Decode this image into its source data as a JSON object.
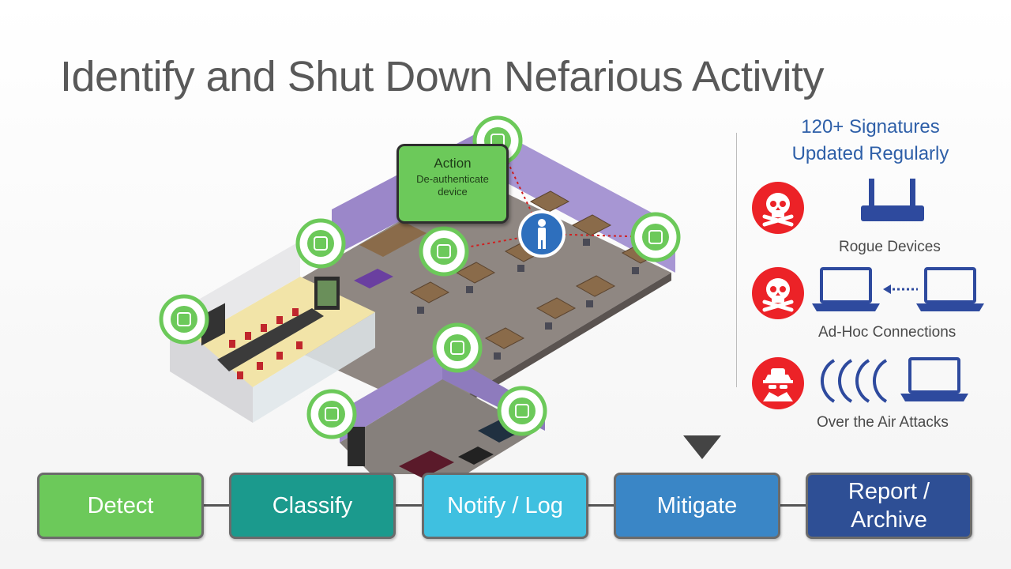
{
  "slide": {
    "title": "Identify and Shut Down Nefarious Activity"
  },
  "floorplan": {
    "action_box": {
      "title": "Action",
      "subtitle": "De-authenticate device"
    }
  },
  "signatures": {
    "title_line1": "120+ Signatures",
    "title_line2": "Updated Regularly",
    "threats": [
      {
        "label": "Rogue Devices",
        "icon": "skull-crossbones-icon",
        "graphic": "router-icon"
      },
      {
        "label": "Ad-Hoc Connections",
        "icon": "skull-crossbones-icon",
        "graphic": "laptop-to-laptop-icon"
      },
      {
        "label": "Over the Air Attacks",
        "icon": "spy-icon",
        "graphic": "wireless-waves-laptop-icon"
      }
    ],
    "colors": {
      "threat": "#ec2227",
      "device": "#2e4a9e",
      "heading": "#2e5fa8"
    }
  },
  "pipeline": {
    "stages": [
      {
        "label": "Detect",
        "color": "#6cc95a"
      },
      {
        "label": "Classify",
        "color": "#1b9a8d"
      },
      {
        "label": "Notify / Log",
        "color": "#3fc0e0"
      },
      {
        "label": "Mitigate",
        "color": "#3a86c6"
      },
      {
        "label": "Report / Archive",
        "color": "#2e4f95"
      }
    ],
    "active_stage": "Mitigate"
  },
  "colors": {
    "access_point": "#6cc95a",
    "wall_purple": "#9b87c9",
    "floor": "#8c8480"
  }
}
